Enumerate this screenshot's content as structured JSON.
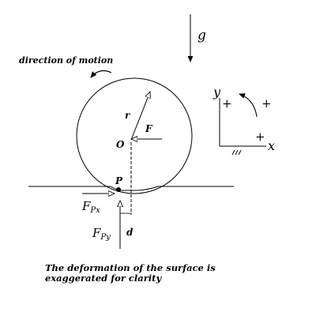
{
  "labels": {
    "gravity": "g",
    "direction_of_motion": "direction of  motion",
    "radius": "r",
    "force": "F",
    "center": "O",
    "contact_point": "P",
    "fpx_main": "F",
    "fpx_sub": "Px",
    "fpy_main": "F",
    "fpy_sub": "Py",
    "offset": "d",
    "axis_y": "y",
    "axis_x": "x",
    "plus_1": "+",
    "plus_2": "+",
    "plus_3": "+",
    "note_line_1": "The deformation of  the surface is",
    "note_line_2": "exaggerated for clarity"
  }
}
